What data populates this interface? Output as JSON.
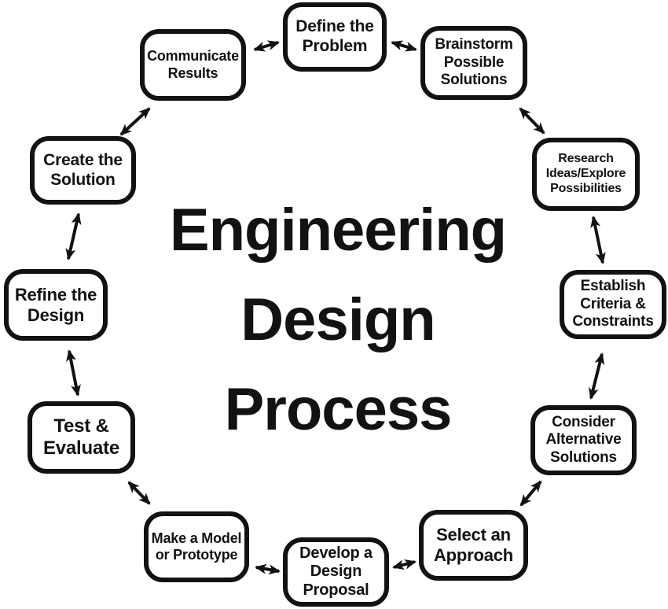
{
  "diagram": {
    "title": "Engineering\nDesign\nProcess",
    "ink_color": "#121212",
    "background_color": "#ffffff"
  },
  "steps": [
    {
      "id": "define-the-problem",
      "label": "Define the\nProblem"
    },
    {
      "id": "brainstorm-possible-solutions",
      "label": "Brainstorm\nPossible\nSolutions"
    },
    {
      "id": "research-ideas-explore-possibilities",
      "label": "Research\nIdeas/Explore\nPossibilities"
    },
    {
      "id": "establish-criteria-constraints",
      "label": "Establish\nCriteria &\nConstraints"
    },
    {
      "id": "consider-alternative-solutions",
      "label": "Consider\nAlternative\nSolutions"
    },
    {
      "id": "select-an-approach",
      "label": "Select an\nApproach"
    },
    {
      "id": "develop-a-design-proposal",
      "label": "Develop a\nDesign\nProposal"
    },
    {
      "id": "make-a-model-or-prototype",
      "label": "Make a Model\nor Prototype"
    },
    {
      "id": "test-and-evaluate",
      "label": "Test &\nEvaluate"
    },
    {
      "id": "refine-the-design",
      "label": "Refine the\nDesign"
    },
    {
      "id": "create-the-solution",
      "label": "Create the\nSolution"
    },
    {
      "id": "communicate-results",
      "label": "Communicate\nResults"
    }
  ],
  "connections": [
    {
      "from": "communicate-results",
      "to": "define-the-problem",
      "bidirectional": true
    },
    {
      "from": "define-the-problem",
      "to": "brainstorm-possible-solutions",
      "bidirectional": true
    },
    {
      "from": "brainstorm-possible-solutions",
      "to": "research-ideas-explore-possibilities",
      "bidirectional": true
    },
    {
      "from": "research-ideas-explore-possibilities",
      "to": "establish-criteria-constraints",
      "bidirectional": true
    },
    {
      "from": "establish-criteria-constraints",
      "to": "consider-alternative-solutions",
      "bidirectional": true
    },
    {
      "from": "consider-alternative-solutions",
      "to": "select-an-approach",
      "bidirectional": true
    },
    {
      "from": "select-an-approach",
      "to": "develop-a-design-proposal",
      "bidirectional": true
    },
    {
      "from": "develop-a-design-proposal",
      "to": "make-a-model-or-prototype",
      "bidirectional": true
    },
    {
      "from": "make-a-model-or-prototype",
      "to": "test-and-evaluate",
      "bidirectional": true
    },
    {
      "from": "test-and-evaluate",
      "to": "refine-the-design",
      "bidirectional": true
    },
    {
      "from": "refine-the-design",
      "to": "create-the-solution",
      "bidirectional": true
    },
    {
      "from": "create-the-solution",
      "to": "communicate-results",
      "bidirectional": true
    }
  ]
}
